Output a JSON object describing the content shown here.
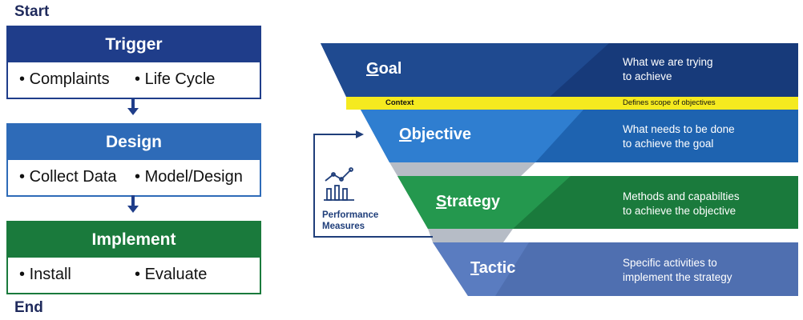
{
  "flow": {
    "start_label": "Start",
    "end_label": "End",
    "stages": [
      {
        "title": "Trigger",
        "items": [
          "Complaints",
          "Life Cycle"
        ],
        "color": "#1f3d8a"
      },
      {
        "title": "Design",
        "items": [
          "Collect Data",
          "Model/Design"
        ],
        "color": "#2e6bb8"
      },
      {
        "title": "Implement",
        "items": [
          "Install",
          "Evaluate"
        ],
        "color": "#1a7a3c"
      }
    ],
    "bullet": "•"
  },
  "hierarchy": {
    "levels": [
      {
        "title_first": "G",
        "title_rest": "oal",
        "desc": [
          "What we are trying",
          "to achieve"
        ],
        "color": "#173a7a"
      },
      {
        "title_first": "O",
        "title_rest": "bjective",
        "desc": [
          "What needs to be done",
          "to achieve the goal"
        ],
        "color": "#1e63b0"
      },
      {
        "title_first": "S",
        "title_rest": "trategy",
        "desc": [
          "Methods and capabilties",
          "to achieve the objective"
        ],
        "color": "#1a7a3c"
      },
      {
        "title_first": "T",
        "title_rest": "actic",
        "desc": [
          "Specific activities to",
          "implement the strategy"
        ],
        "color": "#4f6fb0"
      }
    ],
    "context": {
      "label": "Context",
      "desc": "Defines scope of objectives",
      "color": "#f5ea1f"
    },
    "performance": {
      "lines": [
        "Performance",
        "Measures"
      ],
      "icon": "bar-chart-icon"
    }
  }
}
